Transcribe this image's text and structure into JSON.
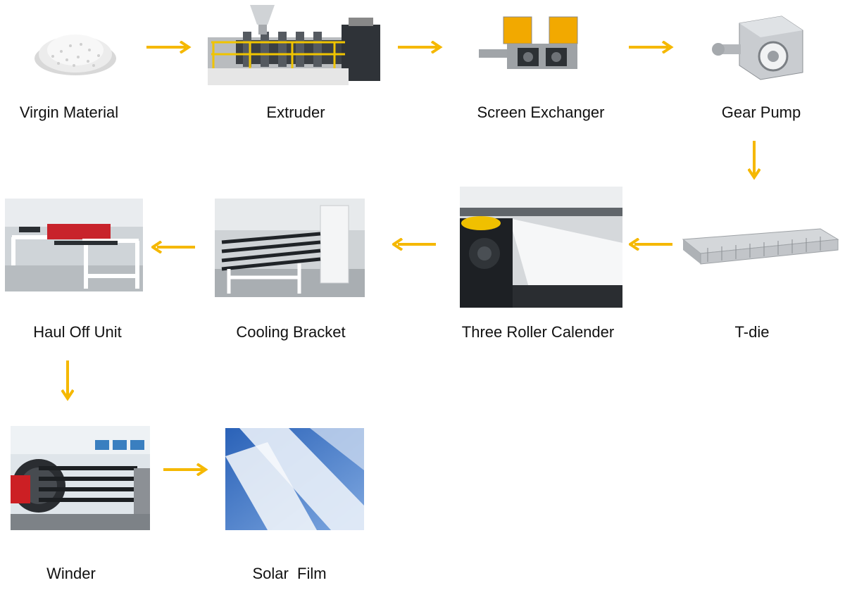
{
  "accent_color": "#F5B800",
  "steps": [
    {
      "label": "Virgin Material",
      "icon": "pellets-icon"
    },
    {
      "label": "Extruder",
      "icon": "extruder-machine-icon"
    },
    {
      "label": "Screen Exchanger",
      "icon": "screen-exchanger-icon"
    },
    {
      "label": "Gear Pump",
      "icon": "gear-pump-icon"
    },
    {
      "label": "T-die",
      "icon": "t-die-icon"
    },
    {
      "label": "Three Roller Calender",
      "icon": "calender-rollers-icon"
    },
    {
      "label": "Cooling Bracket",
      "icon": "cooling-bracket-icon"
    },
    {
      "label": "Haul Off Unit",
      "icon": "haul-off-unit-icon"
    },
    {
      "label": "Winder",
      "icon": "winder-icon"
    },
    {
      "label": "Solar  Film",
      "icon": "solar-film-icon"
    }
  ]
}
